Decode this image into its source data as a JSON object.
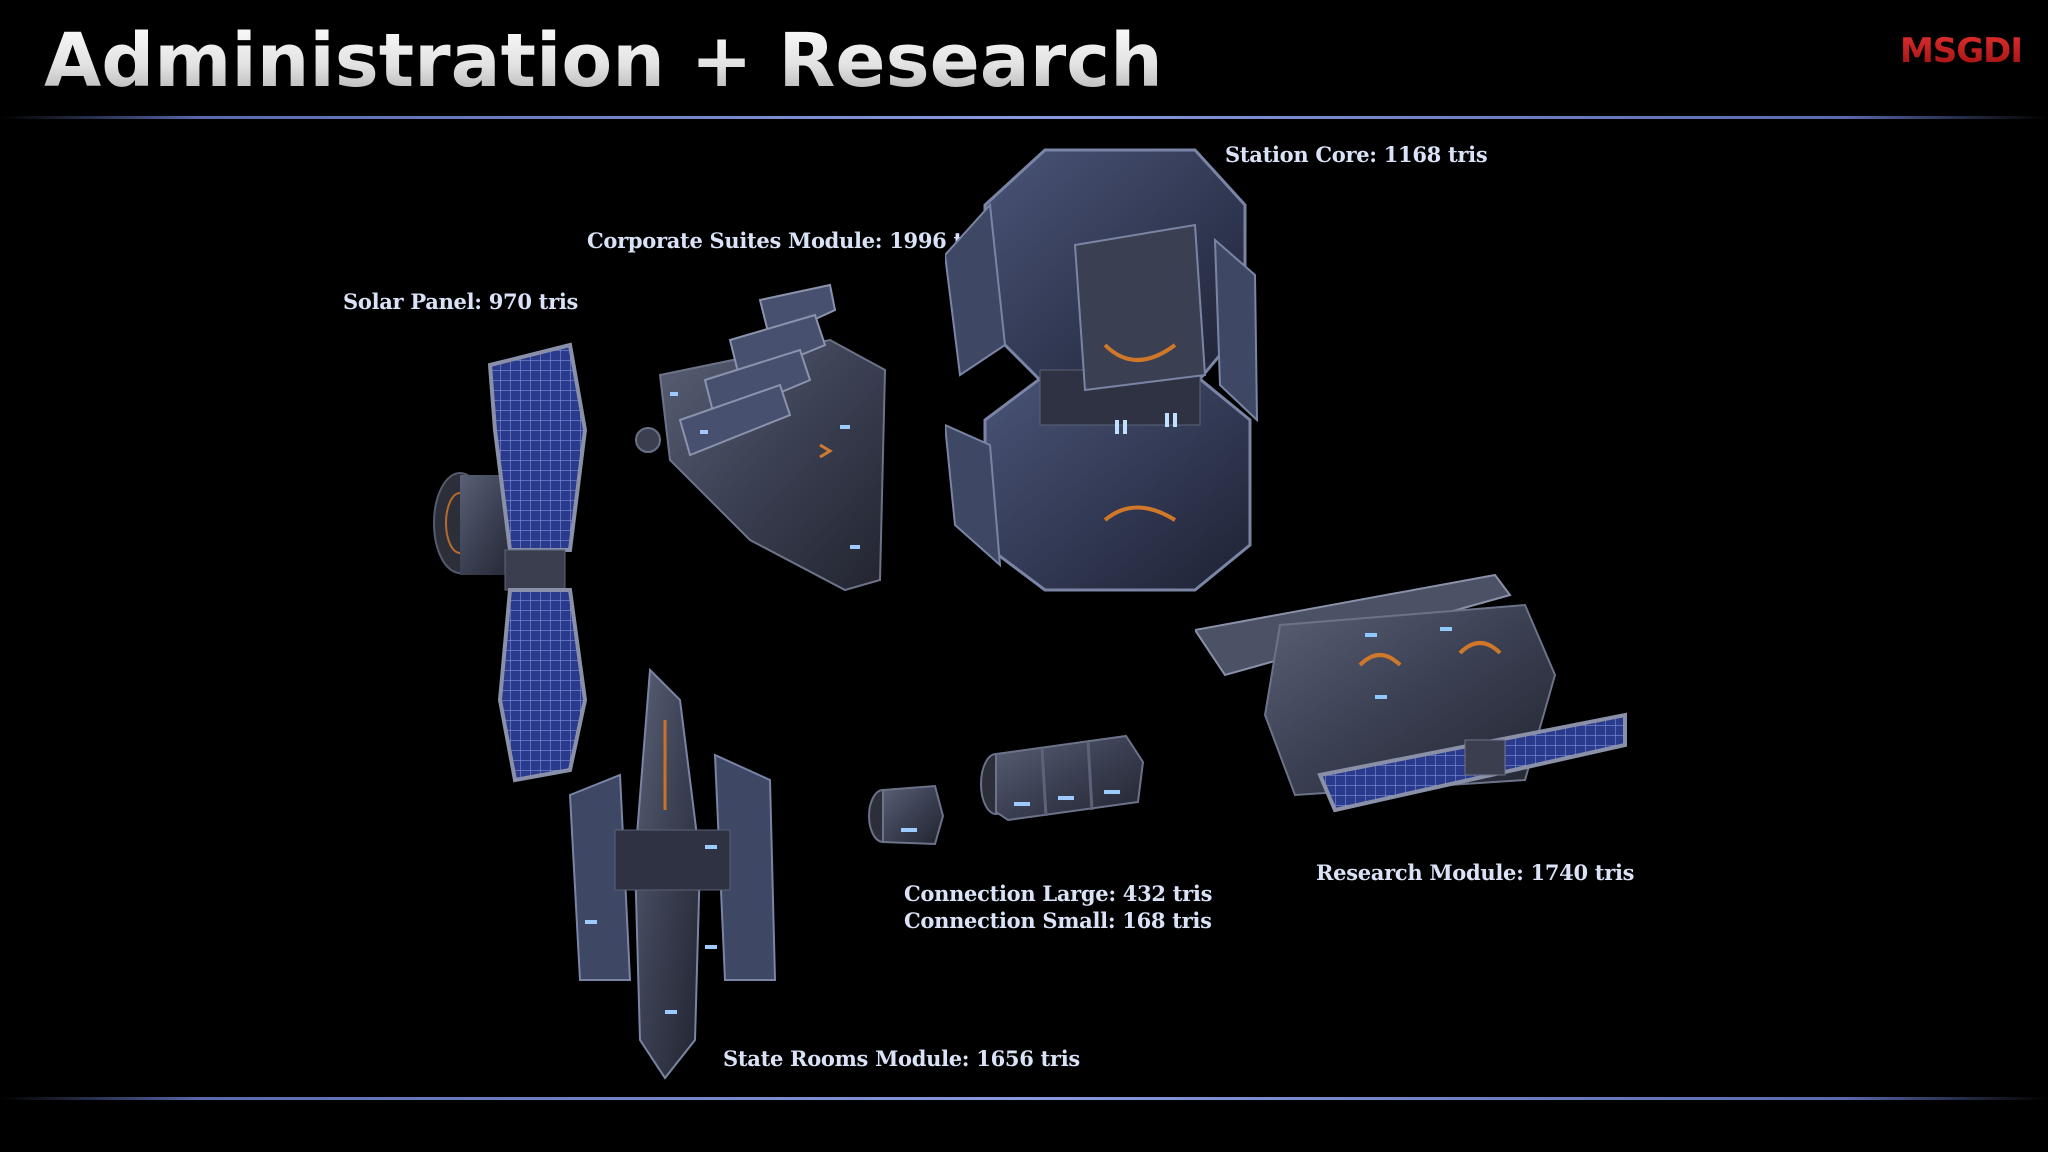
{
  "slide": {
    "title": "Administration + Research",
    "logo_text": "MSGDI",
    "accent_color": "#c41e1e",
    "rule_color": "#7a8ad0"
  },
  "labels": {
    "station_core": "Station Core: 1168 tris",
    "corporate_suites": "Corporate Suites Module: 1996 tris",
    "solar_panel": "Solar Panel: 970 tris",
    "research_module": "Research Module: 1740 tris",
    "connection_large": "Connection Large: 432 tris",
    "connection_small": "Connection Small: 168 tris",
    "state_rooms": "State Rooms Module: 1656 tris"
  }
}
